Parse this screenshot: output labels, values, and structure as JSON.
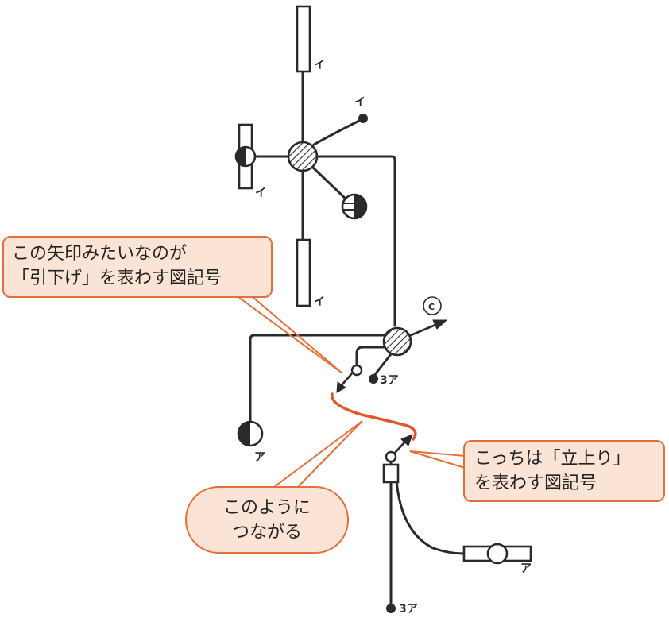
{
  "callouts": {
    "arrow_pulldown": {
      "line1": "この矢印みたいなのが",
      "line2": "「引下げ」を表わす図記号"
    },
    "riseup": {
      "line1": "こっちは「立上り」",
      "line2": "を表わす図記号"
    },
    "connect": {
      "line1": "このように",
      "line2": "つながる"
    }
  },
  "labels": {
    "top_fixture": "イ",
    "top_dot": "イ",
    "left_fixture": "イ",
    "lower_fixture": "イ",
    "outlet_c": "C",
    "junction_dot": "3ア",
    "left_light": "ア",
    "right_fixture": "ア",
    "bottom_dot": "3ア"
  },
  "colors": {
    "wire": "#2a2a2a",
    "link": "#e2562a",
    "callout_fill": "#fbe3d6",
    "callout_border": "#e2703a"
  }
}
